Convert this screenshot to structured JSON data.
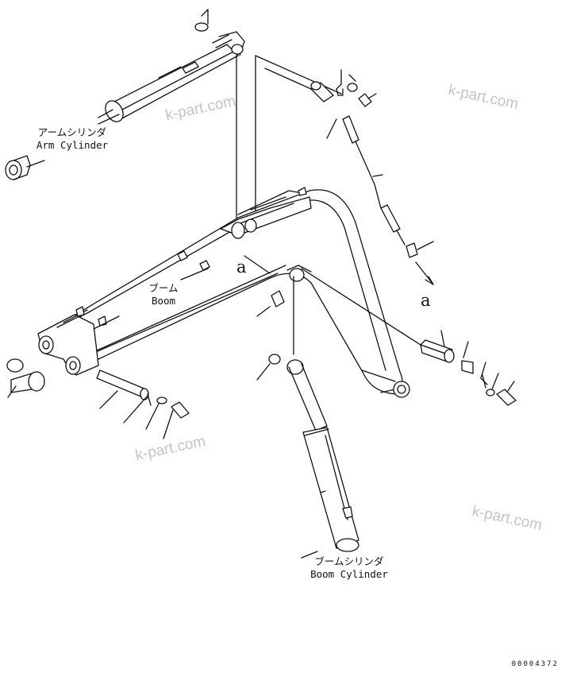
{
  "labels": {
    "arm_cylinder_jp": "アームシリンダ",
    "arm_cylinder_en": "Arm Cylinder",
    "boom_jp": "ブーム",
    "boom_en": "Boom",
    "boom_cylinder_jp": "ブームシリンダ",
    "boom_cylinder_en": "Boom Cylinder"
  },
  "view_marker": "a",
  "watermark": "k-part.com",
  "drawing_code": "00004372"
}
